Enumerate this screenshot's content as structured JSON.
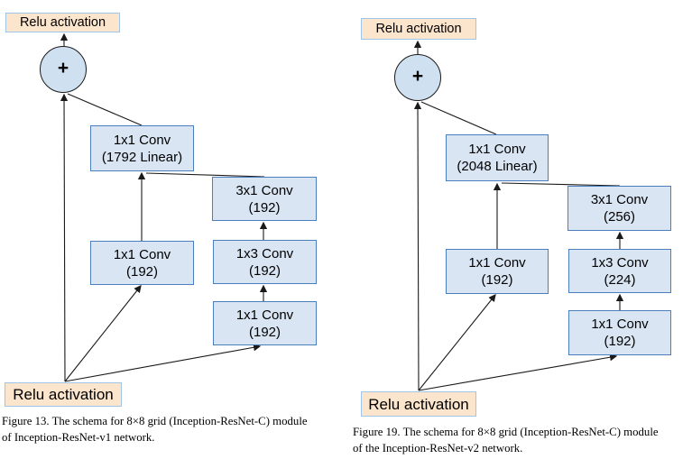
{
  "colors": {
    "background": "#ffffff",
    "relu_fill": "#fce5cd",
    "relu_border": "#9fc5e8",
    "conv_fill": "#d9e5f3",
    "conv_border": "#4a7ebd",
    "plus_fill": "#cfe0f1",
    "plus_border": "#1a1a1a",
    "arrow": "#1a1a1a",
    "text": "#000000"
  },
  "diagrams": [
    {
      "name": "inception-resnet-v1-module",
      "relu_top_label": "Relu activation",
      "plus_label": "+",
      "nodes": {
        "conv_linear": {
          "line1": "1x1 Conv",
          "line2": "(1792 Linear)"
        },
        "conv_3x1": {
          "line1": "3x1 Conv",
          "line2": "(192)"
        },
        "conv_1x1_left": {
          "line1": "1x1 Conv",
          "line2": "(192)"
        },
        "conv_1x3": {
          "line1": "1x3 Conv",
          "line2": "(192)"
        },
        "conv_1x1_right": {
          "line1": "1x1 Conv",
          "line2": "(192)"
        }
      },
      "relu_bottom_label": "Relu activation",
      "caption": {
        "line1": "Figure 13. The schema for 8×8 grid (Inception-ResNet-C) module",
        "line2": "of Inception-ResNet-v1 network."
      }
    },
    {
      "name": "inception-resnet-v2-module",
      "relu_top_label": "Relu activation",
      "plus_label": "+",
      "nodes": {
        "conv_linear": {
          "line1": "1x1 Conv",
          "line2": "(2048 Linear)"
        },
        "conv_3x1": {
          "line1": "3x1 Conv",
          "line2": "(256)"
        },
        "conv_1x1_left": {
          "line1": "1x1 Conv",
          "line2": "(192)"
        },
        "conv_1x3": {
          "line1": "1x3 Conv",
          "line2": "(224)"
        },
        "conv_1x1_right": {
          "line1": "1x1 Conv",
          "line2": "(192)"
        }
      },
      "relu_bottom_label": "Relu activation",
      "caption": {
        "line1": "Figure 19. The schema for 8×8 grid (Inception-ResNet-C) module",
        "line2": "of the Inception-ResNet-v2 network."
      }
    }
  ]
}
